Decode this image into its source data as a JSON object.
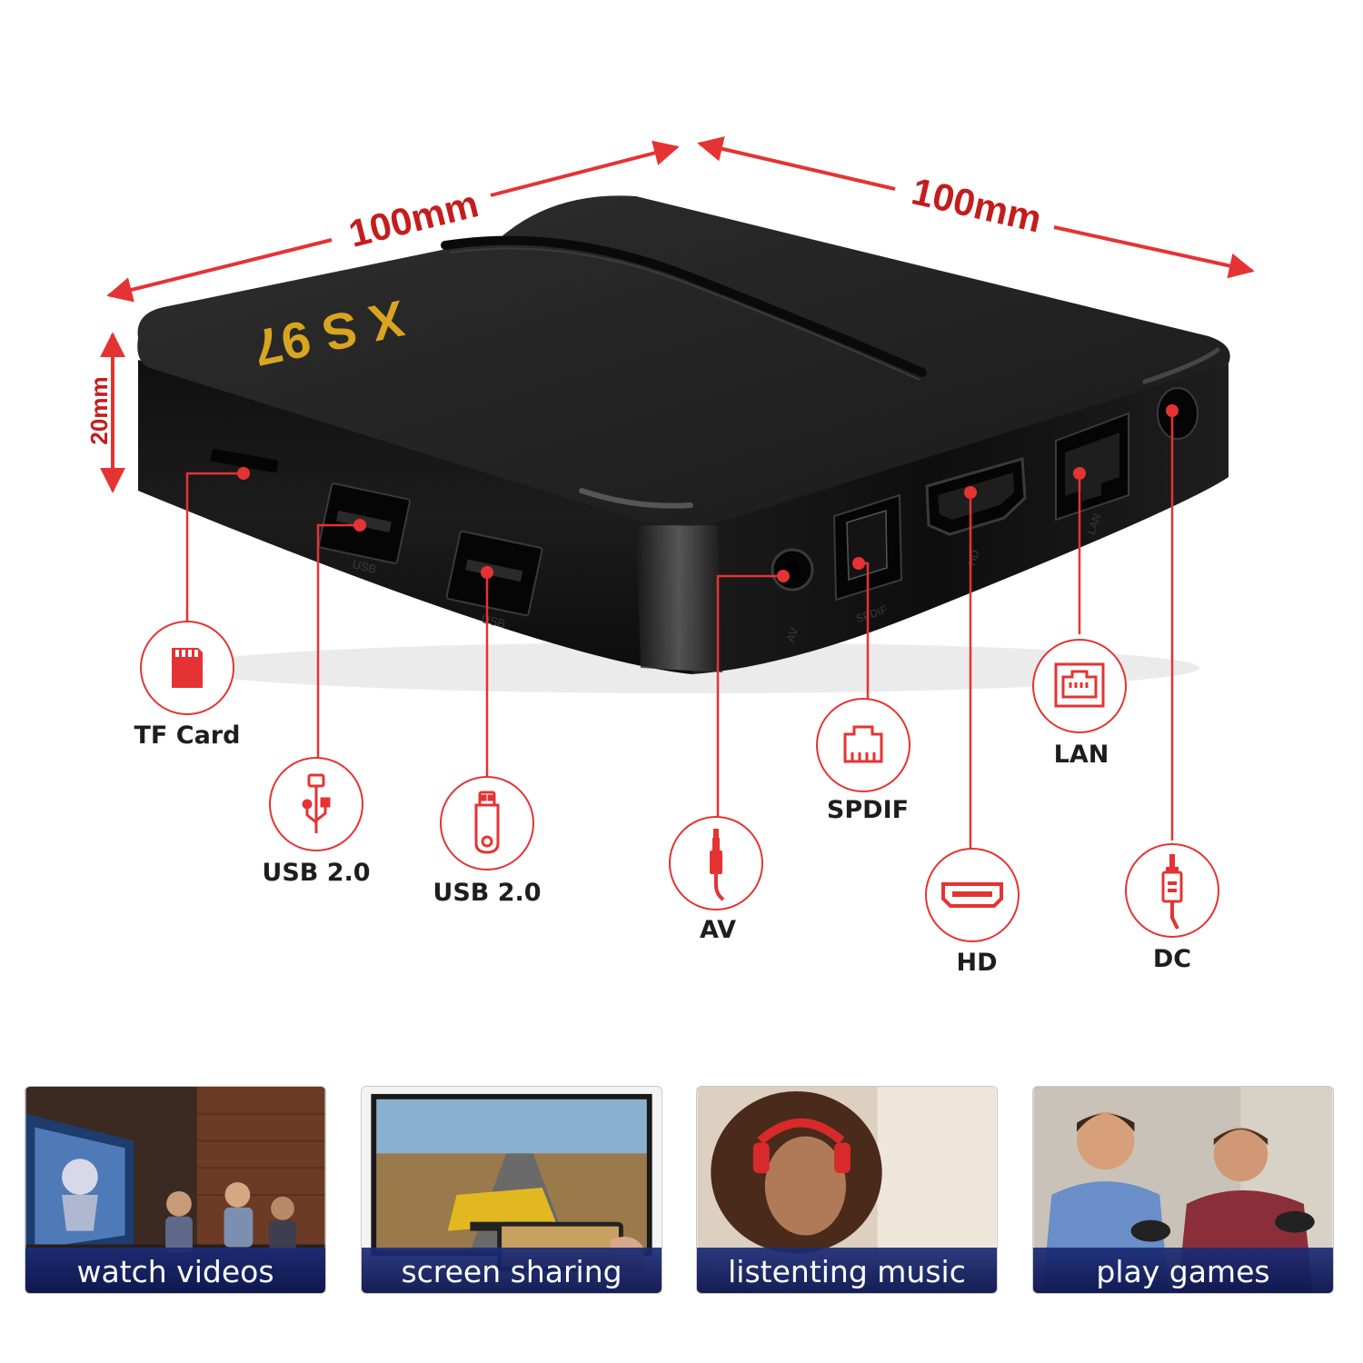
{
  "dimensions": {
    "width_left": "100mm",
    "width_right": "100mm",
    "height": "20mm"
  },
  "device": {
    "model_logo": "X S 97",
    "port_prints": {
      "usb": "USB",
      "av": "AV",
      "spdif": "SPDIF",
      "hd": "HD",
      "lan": "LAN"
    }
  },
  "ports": [
    {
      "key": "tf",
      "label": "TF Card",
      "icon": "sd-card-icon"
    },
    {
      "key": "usb1",
      "label": "USB 2.0",
      "icon": "usb-symbol-icon"
    },
    {
      "key": "usb2",
      "label": "USB 2.0",
      "icon": "usb-stick-icon"
    },
    {
      "key": "av",
      "label": "AV",
      "icon": "audio-jack-icon"
    },
    {
      "key": "spdif",
      "label": "SPDIF",
      "icon": "optical-port-icon"
    },
    {
      "key": "hd",
      "label": "HD",
      "icon": "hdmi-port-icon"
    },
    {
      "key": "lan",
      "label": "LAN",
      "icon": "ethernet-port-icon"
    },
    {
      "key": "dc",
      "label": "DC",
      "icon": "dc-plug-icon"
    }
  ],
  "features": [
    {
      "caption": "watch videos"
    },
    {
      "caption": "screen sharing"
    },
    {
      "caption": "listenting music"
    },
    {
      "caption": "play games"
    }
  ],
  "colors": {
    "accent_red": "#e53333",
    "label_dark": "#1e1e1e",
    "caption_bar": "#1c2c78",
    "device_black": "#141414",
    "logo_gold": "#d9a520"
  }
}
